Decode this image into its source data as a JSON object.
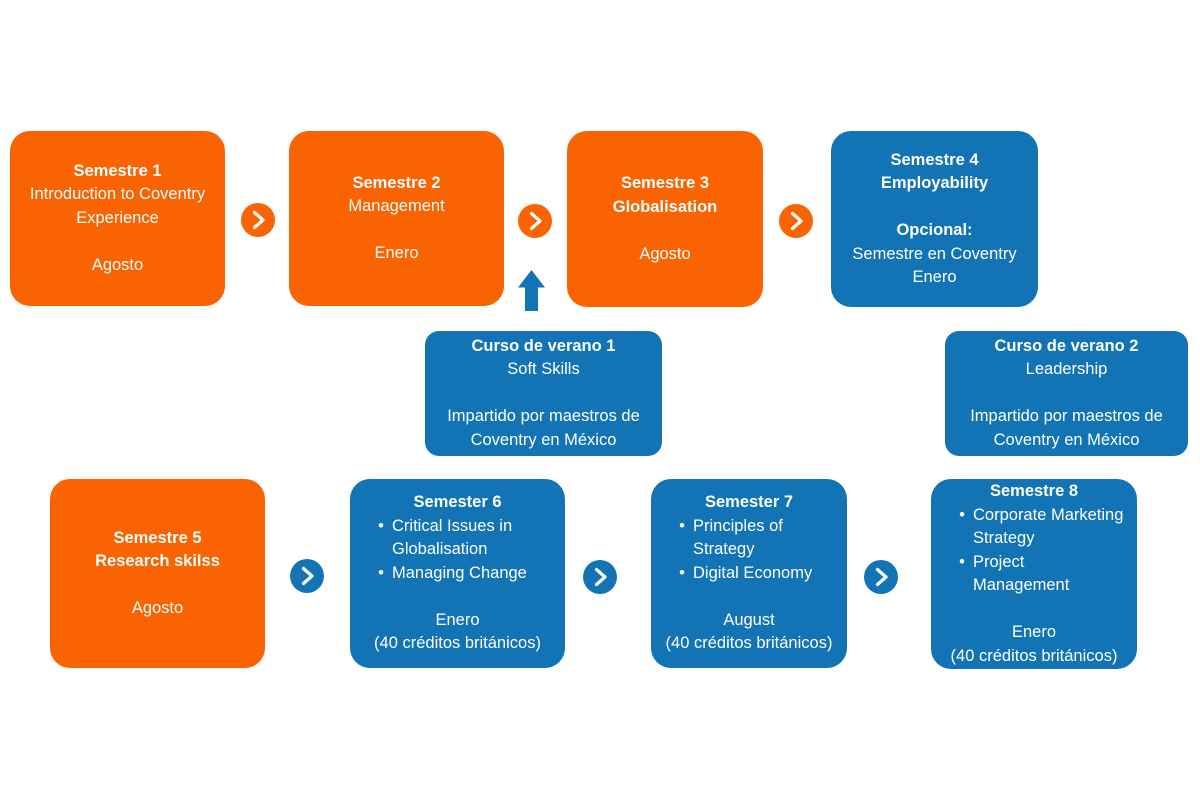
{
  "diagram": {
    "colors": {
      "orange": "#F96302",
      "blue": "#1273B5"
    },
    "bullet_char": "•",
    "sem1": {
      "title": "Semestre 1",
      "course": "Introduction to Coventry\nExperience",
      "month": "Agosto"
    },
    "sem2": {
      "title": "Semestre 2",
      "course": "Management",
      "month": "Enero"
    },
    "sem3": {
      "title": "Semestre 3",
      "subtitle": "Globalisation",
      "month": "Agosto"
    },
    "sem4": {
      "title": "Semestre 4",
      "subtitle": "Employability",
      "optional_label": "Opcional:",
      "option": "Semestre en Coventry",
      "month": "Enero"
    },
    "verano1": {
      "title": "Curso de verano 1",
      "course": "Soft Skills",
      "taught_by": "Impartido por maestros de\nCoventry en México"
    },
    "verano2": {
      "title": "Curso de verano 2",
      "course": "Leadership",
      "taught_by": "Impartido por maestros de\nCoventry en México"
    },
    "sem5": {
      "title": "Semestre 5",
      "subtitle": "Research skilss",
      "month": "Agosto"
    },
    "sem6": {
      "title": "Semester 6",
      "bullets": [
        "Critical Issues in\nGlobalisation",
        "Managing Change"
      ],
      "month": "Enero",
      "credits": "(40 créditos británicos)"
    },
    "sem7": {
      "title": "Semester 7",
      "bullets": [
        "Principles of\nStrategy",
        "Digital Economy"
      ],
      "month": "August",
      "credits": "(40 créditos británicos)"
    },
    "sem8": {
      "title": "Semestre 8",
      "bullets": [
        "Corporate Marketing\nStrategy",
        "Project Management"
      ],
      "month": "Enero",
      "credits": "(40 créditos británicos)"
    }
  }
}
